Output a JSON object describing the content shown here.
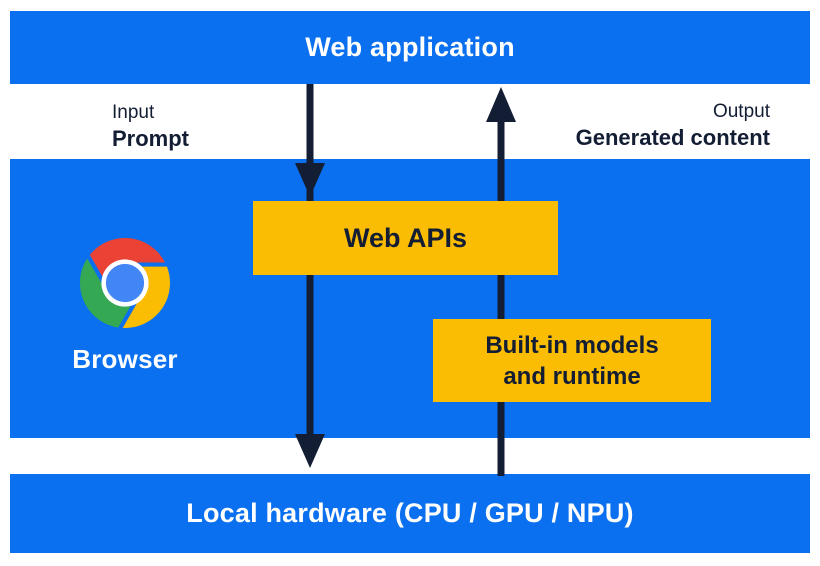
{
  "diagram": {
    "top_bar": {
      "label": "Web application"
    },
    "input_label": {
      "line1": "Input",
      "line2": "Prompt"
    },
    "output_label": {
      "line1": "Output",
      "line2": "Generated content"
    },
    "browser": {
      "label": "Browser",
      "icon": "chrome-logo-icon"
    },
    "web_apis_box": {
      "label": "Web APIs"
    },
    "models_box": {
      "line1": "Built-in models",
      "line2": "and runtime"
    },
    "bottom_bar": {
      "label": "Local hardware (CPU / GPU / NPU)"
    },
    "arrows": [
      {
        "icon": "arrow-down-icon",
        "from": "Web application",
        "through": "Web APIs",
        "to": "Local hardware"
      },
      {
        "icon": "arrow-up-icon",
        "from": "Local hardware",
        "through": "Built-in models and runtime",
        "to": "Web application"
      }
    ]
  },
  "colors": {
    "panel_blue": "#0B70EF",
    "box_yellow": "#FBBC04",
    "dark_navy": "#131D33",
    "text_white": "#FFFFFF",
    "chrome_red": "#EA4335",
    "chrome_yellow": "#FBBC04",
    "chrome_green": "#34A853",
    "chrome_blue": "#4285F4",
    "canvas_bg": "#FFFFFF"
  }
}
